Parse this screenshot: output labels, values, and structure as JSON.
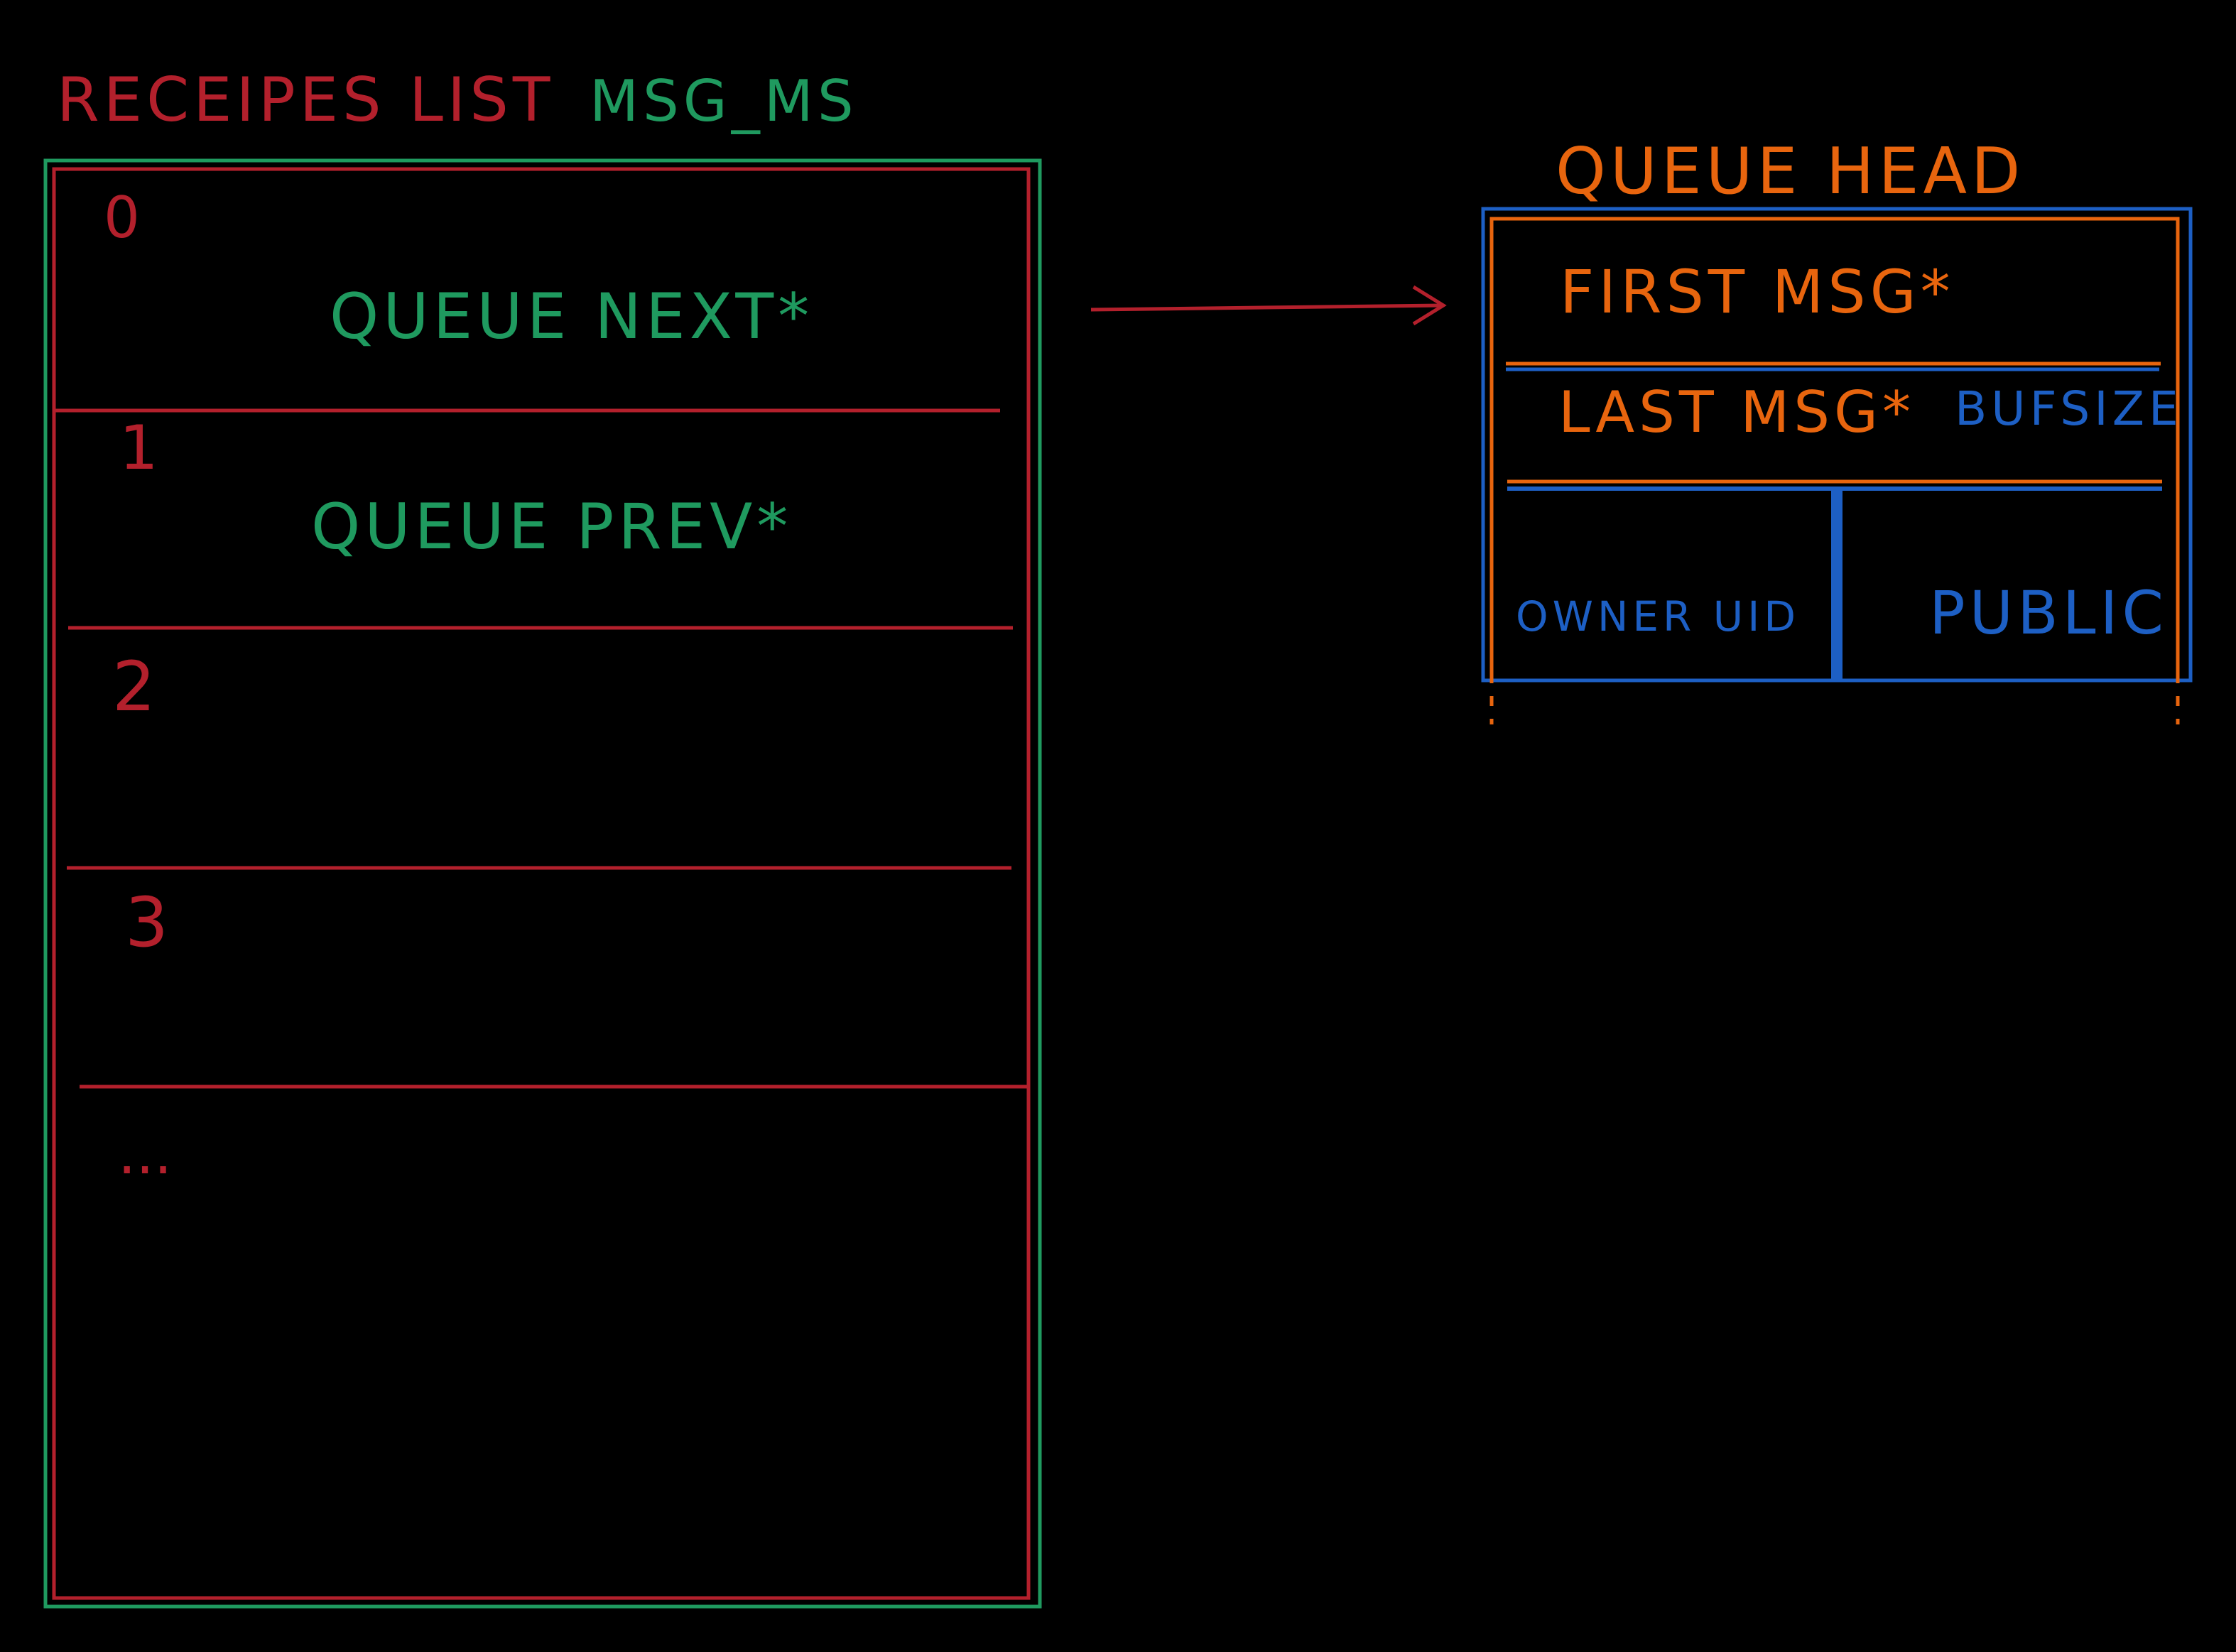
{
  "colors": {
    "background": "#000000",
    "red": "#b3202c",
    "green": "#1f9a5f",
    "orange": "#e8650e",
    "blue": "#1d5fc4"
  },
  "left": {
    "title": "RECEIPES LIST",
    "subtitle": "MSG_MS",
    "rows": [
      {
        "index": "0",
        "field": "QUEUE NEXT*"
      },
      {
        "index": "1",
        "field": "QUEUE PREV*"
      },
      {
        "index": "2",
        "field": ""
      },
      {
        "index": "3",
        "field": ""
      },
      {
        "index": "...",
        "field": ""
      }
    ]
  },
  "right": {
    "title": "QUEUE HEAD",
    "first_msg": "FIRST MSG*",
    "last_msg": "LAST MSG*",
    "bufsize": "BUFSIZE",
    "owner_uid": "OWNER UID",
    "public": "PUBLIC"
  }
}
